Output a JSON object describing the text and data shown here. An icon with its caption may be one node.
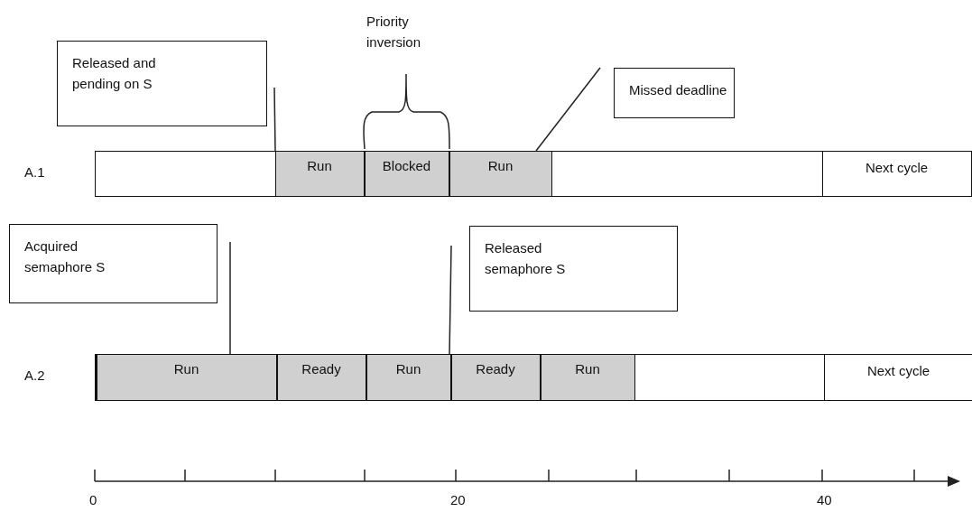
{
  "diagram": {
    "nodes": [
      {
        "text": [
          "Released and pending on S"
        ]
      },
      {
        "text": [
          "Priority inversion"
        ]
      },
      {
        "text": [
          "Missed deadline"
        ]
      },
      {
        "text": [],
        "shape": "bar",
        "beside": [
          "A.1"
        ]
      },
      {
        "text": [
          "Run"
        ],
        "in": 3
      },
      {
        "text": [
          "Blocked"
        ],
        "in": 3
      },
      {
        "text": [
          "Run"
        ],
        "in": 3
      },
      {
        "text": [
          "Next cycle"
        ],
        "in": 3
      },
      {
        "text": [
          "Acquired semaphore S"
        ]
      },
      {
        "text": [
          "Released semaphore S"
        ]
      },
      {
        "text": [],
        "shape": "bar",
        "beside": [
          "A.2"
        ]
      },
      {
        "text": [
          "Run"
        ],
        "in": 10
      },
      {
        "text": [
          "Ready"
        ],
        "in": 10
      },
      {
        "text": [
          "Run"
        ],
        "in": 10
      },
      {
        "text": [
          "Ready"
        ],
        "in": 10
      },
      {
        "text": [
          "Run"
        ],
        "in": 10
      },
      {
        "text": [
          "Next cycle"
        ],
        "in": 10
      }
    ],
    "edges": [
      {
        "from": 0,
        "to": 4,
        "arrow": "none"
      },
      {
        "from": 2,
        "to": 6,
        "arrow": "none"
      },
      {
        "from": 8,
        "to": 11,
        "arrow": "none"
      },
      {
        "from": 9,
        "to": 14,
        "arrow": "none"
      }
    ],
    "labels": [
      "0",
      "20",
      "40"
    ]
  }
}
